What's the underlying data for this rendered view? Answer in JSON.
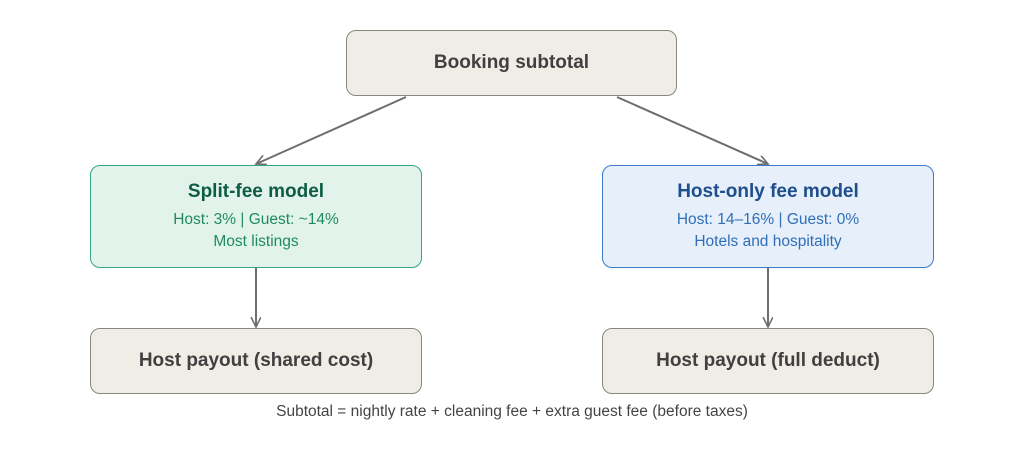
{
  "diagram": {
    "root": {
      "title": "Booking subtotal"
    },
    "split_fee": {
      "title": "Split-fee model",
      "detail": "Host: 3% | Guest: ~14%",
      "note": "Most listings"
    },
    "host_only": {
      "title": "Host-only fee model",
      "detail": "Host: 14–16% | Guest: 0%",
      "note": "Hotels and hospitality"
    },
    "payout_shared": {
      "title": "Host payout (shared cost)"
    },
    "payout_full": {
      "title": "Host payout (full deduct)"
    },
    "footnote": "Subtotal = nightly rate + cleaning fee + extra guest fee (before taxes)"
  },
  "colors": {
    "neutral_fill": "#f0ede7",
    "green_fill": "#e2f3ec",
    "green_text": "#0e5c45",
    "blue_fill": "#e6effa",
    "blue_text": "#1e4e8c",
    "edge": "#6e6e6e"
  }
}
